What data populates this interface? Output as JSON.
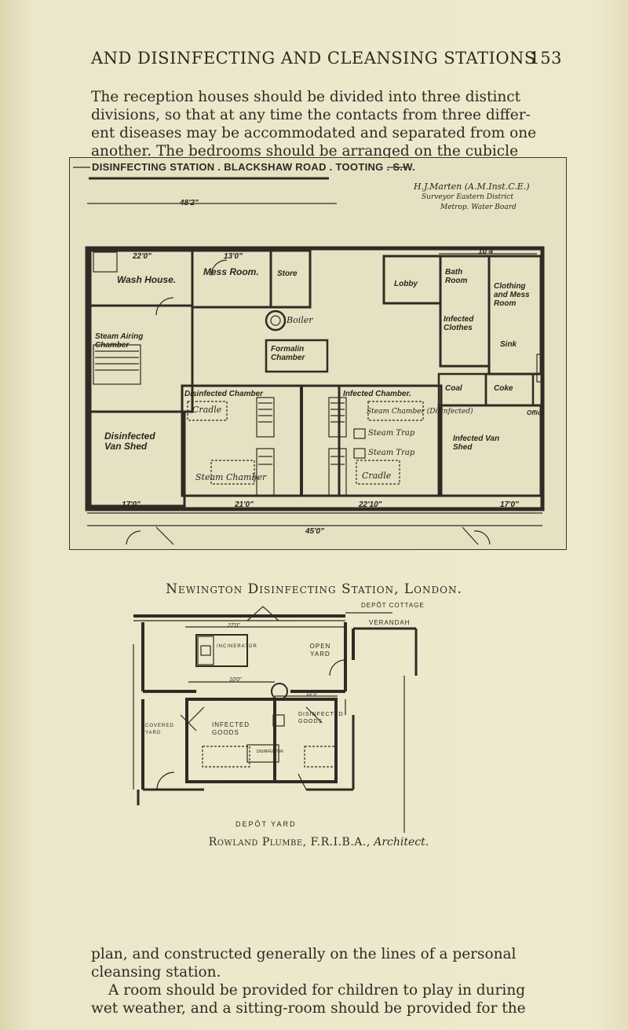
{
  "running_head": {
    "title": "AND DISINFECTING AND CLEANSING STATIONS",
    "page_number": "153"
  },
  "top_paragraph": [
    "The reception houses should be divided into three distinct",
    "divisions, so that at any time the contacts from three differ-",
    "ent diseases may be accommodated and separated from one",
    "another.  The bedrooms should be arranged on the cubicle"
  ],
  "figure1": {
    "title": "DISINFECTING STATION .  BLACKSHAW  ROAD .  TOOTING . S.W.",
    "architect_note": [
      "H.J.Marten (A.M.Inst.C.E.)",
      "Surveyor Eastern District",
      "Metrop. Water Board"
    ],
    "labels": {
      "wash_house": "Wash House.",
      "mess_room": "Mess Room.",
      "store": "Store",
      "lobby": "Lobby",
      "bath_room": "Bath Room",
      "clothing_and_mess_room": "Clothing and Mess Room",
      "boiler": "Boiler",
      "formalin_chamber": "Formalin Chamber",
      "steam_airing_chamber": "Steam Airing Chamber",
      "infected_clothes": "Infected Clothes",
      "sink": "Sink",
      "disinfected_chamber": "Disinfected Chamber",
      "infected_chamber": "Infected Chamber.",
      "cradle": "Cradle",
      "steam_chamber_disinfected": "Steam Chamber (Disinfected)",
      "steam_trap_1": "Steam Trap",
      "steam_trap_2": "Steam Trap",
      "steam_chamber": "Steam Chamber",
      "cradle_2": "Cradle",
      "coal": "Coal",
      "coke": "Coke",
      "office": "Office",
      "disinfected_van_shed": "Disinfected Van Shed",
      "infected_van_shed": "Infected Van Shed",
      "dim_45": "45'0\"",
      "dim_48": "48'2\"",
      "dim_22": "22'0\"",
      "dim_13": "13'0\"",
      "dim_21": "21'0\"",
      "dim_22_10": "22'10\"",
      "dim_17_left": "17'0\"",
      "dim_17_right": "17'0\"",
      "dim_10_4": "10'4\""
    }
  },
  "caption1": "Newington Disinfecting Station, London.",
  "figure2": {
    "labels": {
      "depot_cottage": "DEPÔT COTTAGE",
      "verandah": "VERANDAH",
      "incinerator": "INCINERATOR",
      "open_yard": "OPEN YARD",
      "covered_yard": "COVERED YARD",
      "infected_goods": "INFECTED GOODS",
      "disinfected_goods": "DISINFECTED GOODS",
      "disinfector": "DISINFECTOR",
      "depot_yard": "DEPÔT    YARD",
      "dim_27": "27'0\"",
      "dim_10": "10'0\"",
      "dim_12": "12'0\""
    }
  },
  "credit": {
    "name": "Rowland Plumbe, F.R.I.B.A.,",
    "role": "Architect."
  },
  "bottom_paragraph": [
    "plan, and constructed generally on the lines of a personal",
    "cleansing station.",
    "A room should be provided for children to play in during",
    "wet weather, and a sitting-room should be provided for the"
  ]
}
